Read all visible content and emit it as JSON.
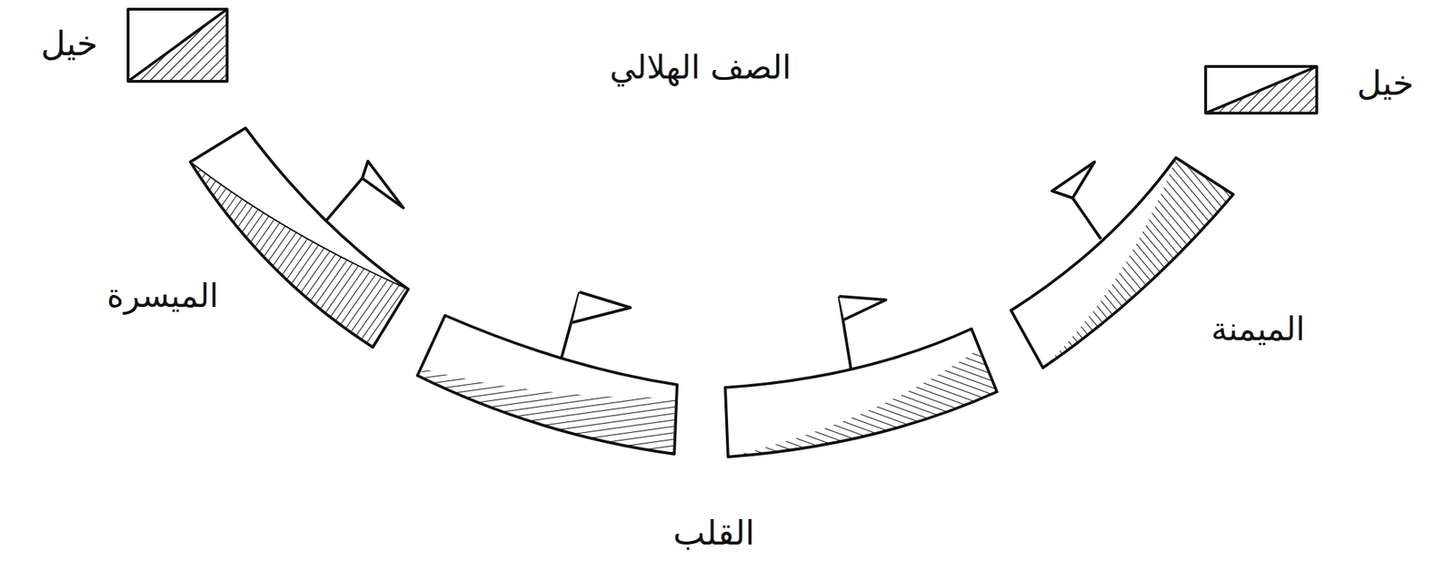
{
  "diagram": {
    "title": "الصف الهلالي",
    "labels": [
      "خيل",
      "خيل",
      "الميسرة",
      "الميمنة",
      "القلب"
    ]
  }
}
